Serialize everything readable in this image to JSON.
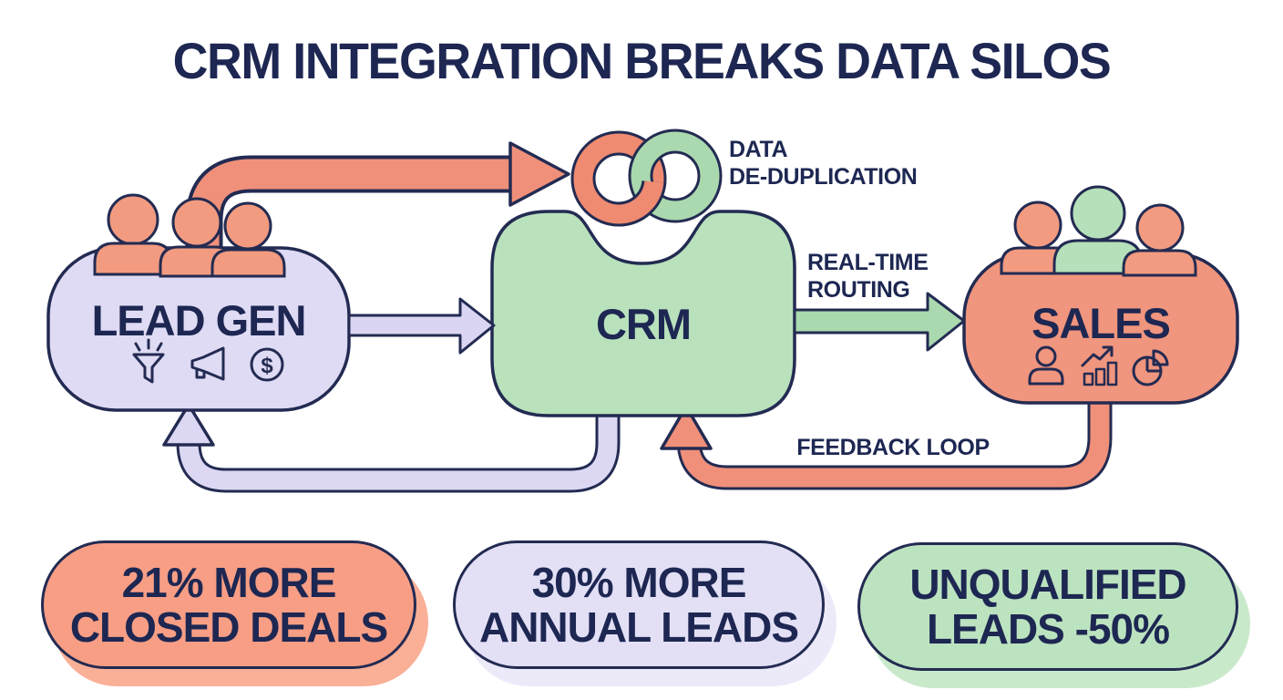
{
  "title": "CRM INTEGRATION BREAKS DATA SILOS",
  "colors": {
    "navy": "#1d2752",
    "orange": "#f2937b",
    "green": "#b7e0ba",
    "lavender": "#dedaf4"
  },
  "nodes": {
    "lead_gen": {
      "label": "LEAD GEN",
      "icons": [
        "funnel-icon",
        "megaphone-icon",
        "dollar-coin-icon"
      ]
    },
    "crm": {
      "label": "CRM"
    },
    "sales": {
      "label": "SALES",
      "icons": [
        "person-icon",
        "growth-chart-icon",
        "pie-chart-icon"
      ]
    }
  },
  "labels": {
    "dedup_line1": "DATA",
    "dedup_line2": "DE-DUPLICATION",
    "routing_line1": "REAL-TIME",
    "routing_line2": "ROUTING",
    "feedback": "FEEDBACK LOOP"
  },
  "stats": [
    {
      "line1": "21% MORE",
      "line2": "CLOSED DEALS",
      "color": "#f79e85"
    },
    {
      "line1": "30% MORE",
      "line2": "ANNUAL LEADS",
      "color": "#e3e0f6"
    },
    {
      "line1": "UNQUALIFIED",
      "line2": "LEADS -50%",
      "color": "#bce3bf"
    }
  ],
  "icons": {
    "dollar_symbol": "$"
  }
}
